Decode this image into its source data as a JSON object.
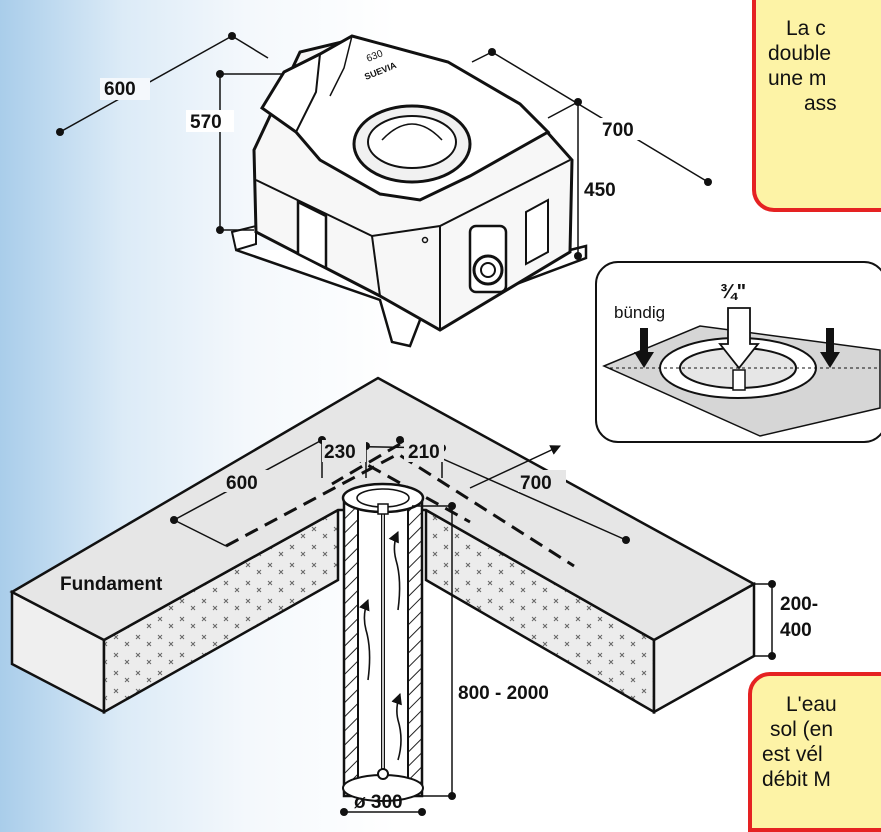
{
  "top_unit": {
    "depth_label": "600",
    "height_total_label": "570",
    "width_label": "700",
    "height_body_label": "450",
    "lid_model_text": "630",
    "lid_brand_text": "SUEVIA"
  },
  "detail_inset": {
    "flush_label": "bündig",
    "pipe_size_label": "¾\""
  },
  "foundation": {
    "label": "Fundament",
    "left_length_label": "600",
    "right_length_label": "700",
    "offset_left_label": "230",
    "offset_right_label": "210",
    "thickness_label_line1": "200-",
    "thickness_label_line2": "400",
    "depth_range_label": "800 - 2000",
    "diameter_label": "ø 300"
  },
  "callouts": {
    "top_lines": [
      "La c",
      "double",
      "une m",
      "ass"
    ],
    "bottom_lines": [
      "L'eau",
      "sol (en",
      "est vél",
      "débit M"
    ]
  },
  "colors": {
    "callout_fill": "#fdf3a6",
    "callout_border": "#e52222",
    "concrete": "#e6e6e6",
    "background_blue": "#a9cdea"
  }
}
